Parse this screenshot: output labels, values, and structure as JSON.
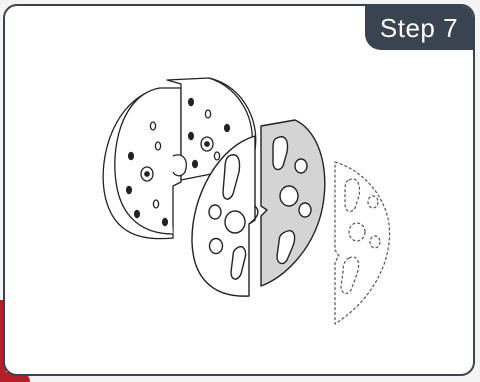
{
  "step": {
    "label": "Step 7"
  },
  "colors": {
    "frame": "#3a4350",
    "accent": "#b3202a",
    "highlight_plate": "#d4d4d4"
  },
  "diagram": {
    "parts": [
      "housing-block",
      "front-plate",
      "highlighted-plate",
      "ghost-plate-outline"
    ]
  }
}
